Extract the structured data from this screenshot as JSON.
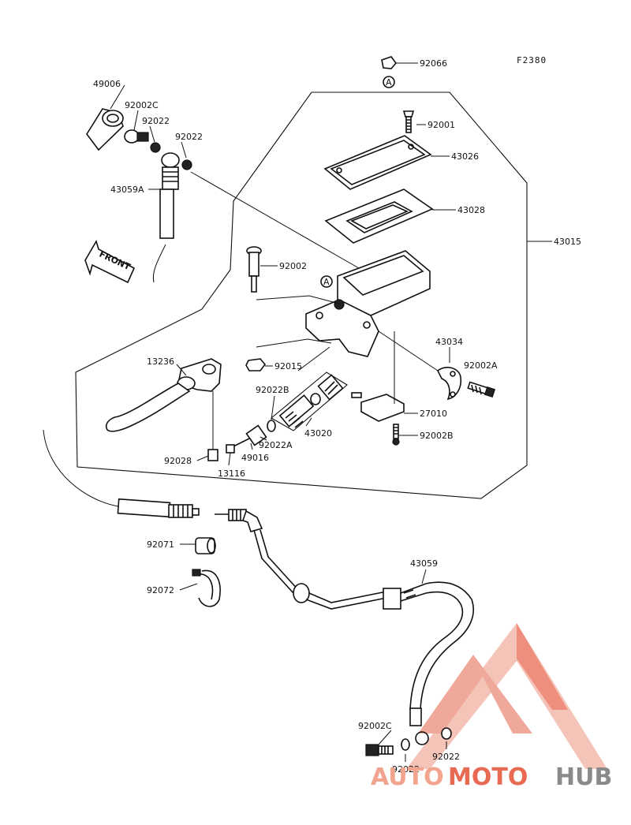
{
  "figure_code": "F2380",
  "front_label": "FRONT",
  "ref_marker": "A",
  "labels": {
    "p92066": "92066",
    "p49006": "49006",
    "p92002C_top": "92002C",
    "p92022_a": "92022",
    "p92022_b": "92022",
    "p43059A": "43059A",
    "p92001": "92001",
    "p43026": "43026",
    "p43028": "43028",
    "p43015": "43015",
    "p92002": "92002",
    "p43034": "43034",
    "p92002A": "92002A",
    "p13236": "13236",
    "p92015": "92015",
    "p92022B": "92022B",
    "p27010": "27010",
    "p92002B": "92002B",
    "p43020": "43020",
    "p92022A": "92022A",
    "p92028": "92028",
    "p49016": "49016",
    "p13116": "13116",
    "p92071": "92071",
    "p92072": "92072",
    "p43059": "43059",
    "p92002C_bottom": "92002C",
    "p92022_c": "92022",
    "p92022_d": "92022"
  },
  "watermark": {
    "part1": "AUTO",
    "part2": "MOTO",
    "part3": "HUB",
    "color_light": "#f2a48f",
    "color_mid": "#e96a52",
    "color_dark": "#8a8a8a"
  }
}
